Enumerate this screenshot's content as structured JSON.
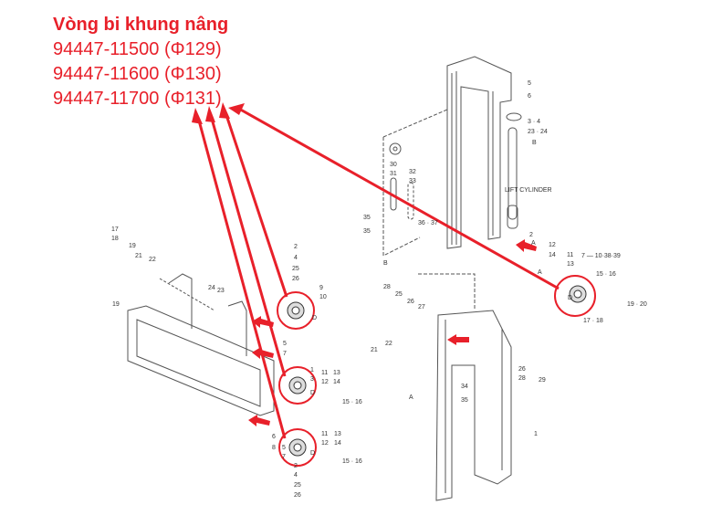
{
  "title": {
    "heading": "Vòng bi khung nâng",
    "parts": [
      "94447-11500 (Φ129)",
      "94447-11600 (Φ130)",
      "94447-11700 (Φ131)"
    ]
  },
  "diagram": {
    "caption_lift_cylinder": "LIFT CYLINDER",
    "labels": [
      "5",
      "6",
      "3 · 4",
      "23 · 24",
      "B",
      "30",
      "31",
      "32",
      "33",
      "35",
      "35",
      "36 · 37",
      "2",
      "A",
      "12",
      "14",
      "11",
      "13",
      "7 — 10·38·39",
      "15 · 16",
      "19 · 20",
      "17 · 18",
      "A",
      "D",
      "B",
      "28",
      "25",
      "26",
      "27",
      "21",
      "22",
      "34",
      "35",
      "A",
      "26",
      "28",
      "29",
      "1",
      "17",
      "18",
      "19",
      "21",
      "22",
      "19",
      "24",
      "23",
      "2",
      "4",
      "25",
      "26",
      "9",
      "10",
      "5",
      "7",
      "1",
      "3",
      "11",
      "12",
      "13",
      "14",
      "15 · 16",
      "6",
      "8",
      "5",
      "7",
      "2",
      "4",
      "25",
      "26",
      "11",
      "12",
      "13",
      "14",
      "15 · 16",
      "D",
      "D",
      "D"
    ],
    "accent_color": "#e8202a"
  }
}
